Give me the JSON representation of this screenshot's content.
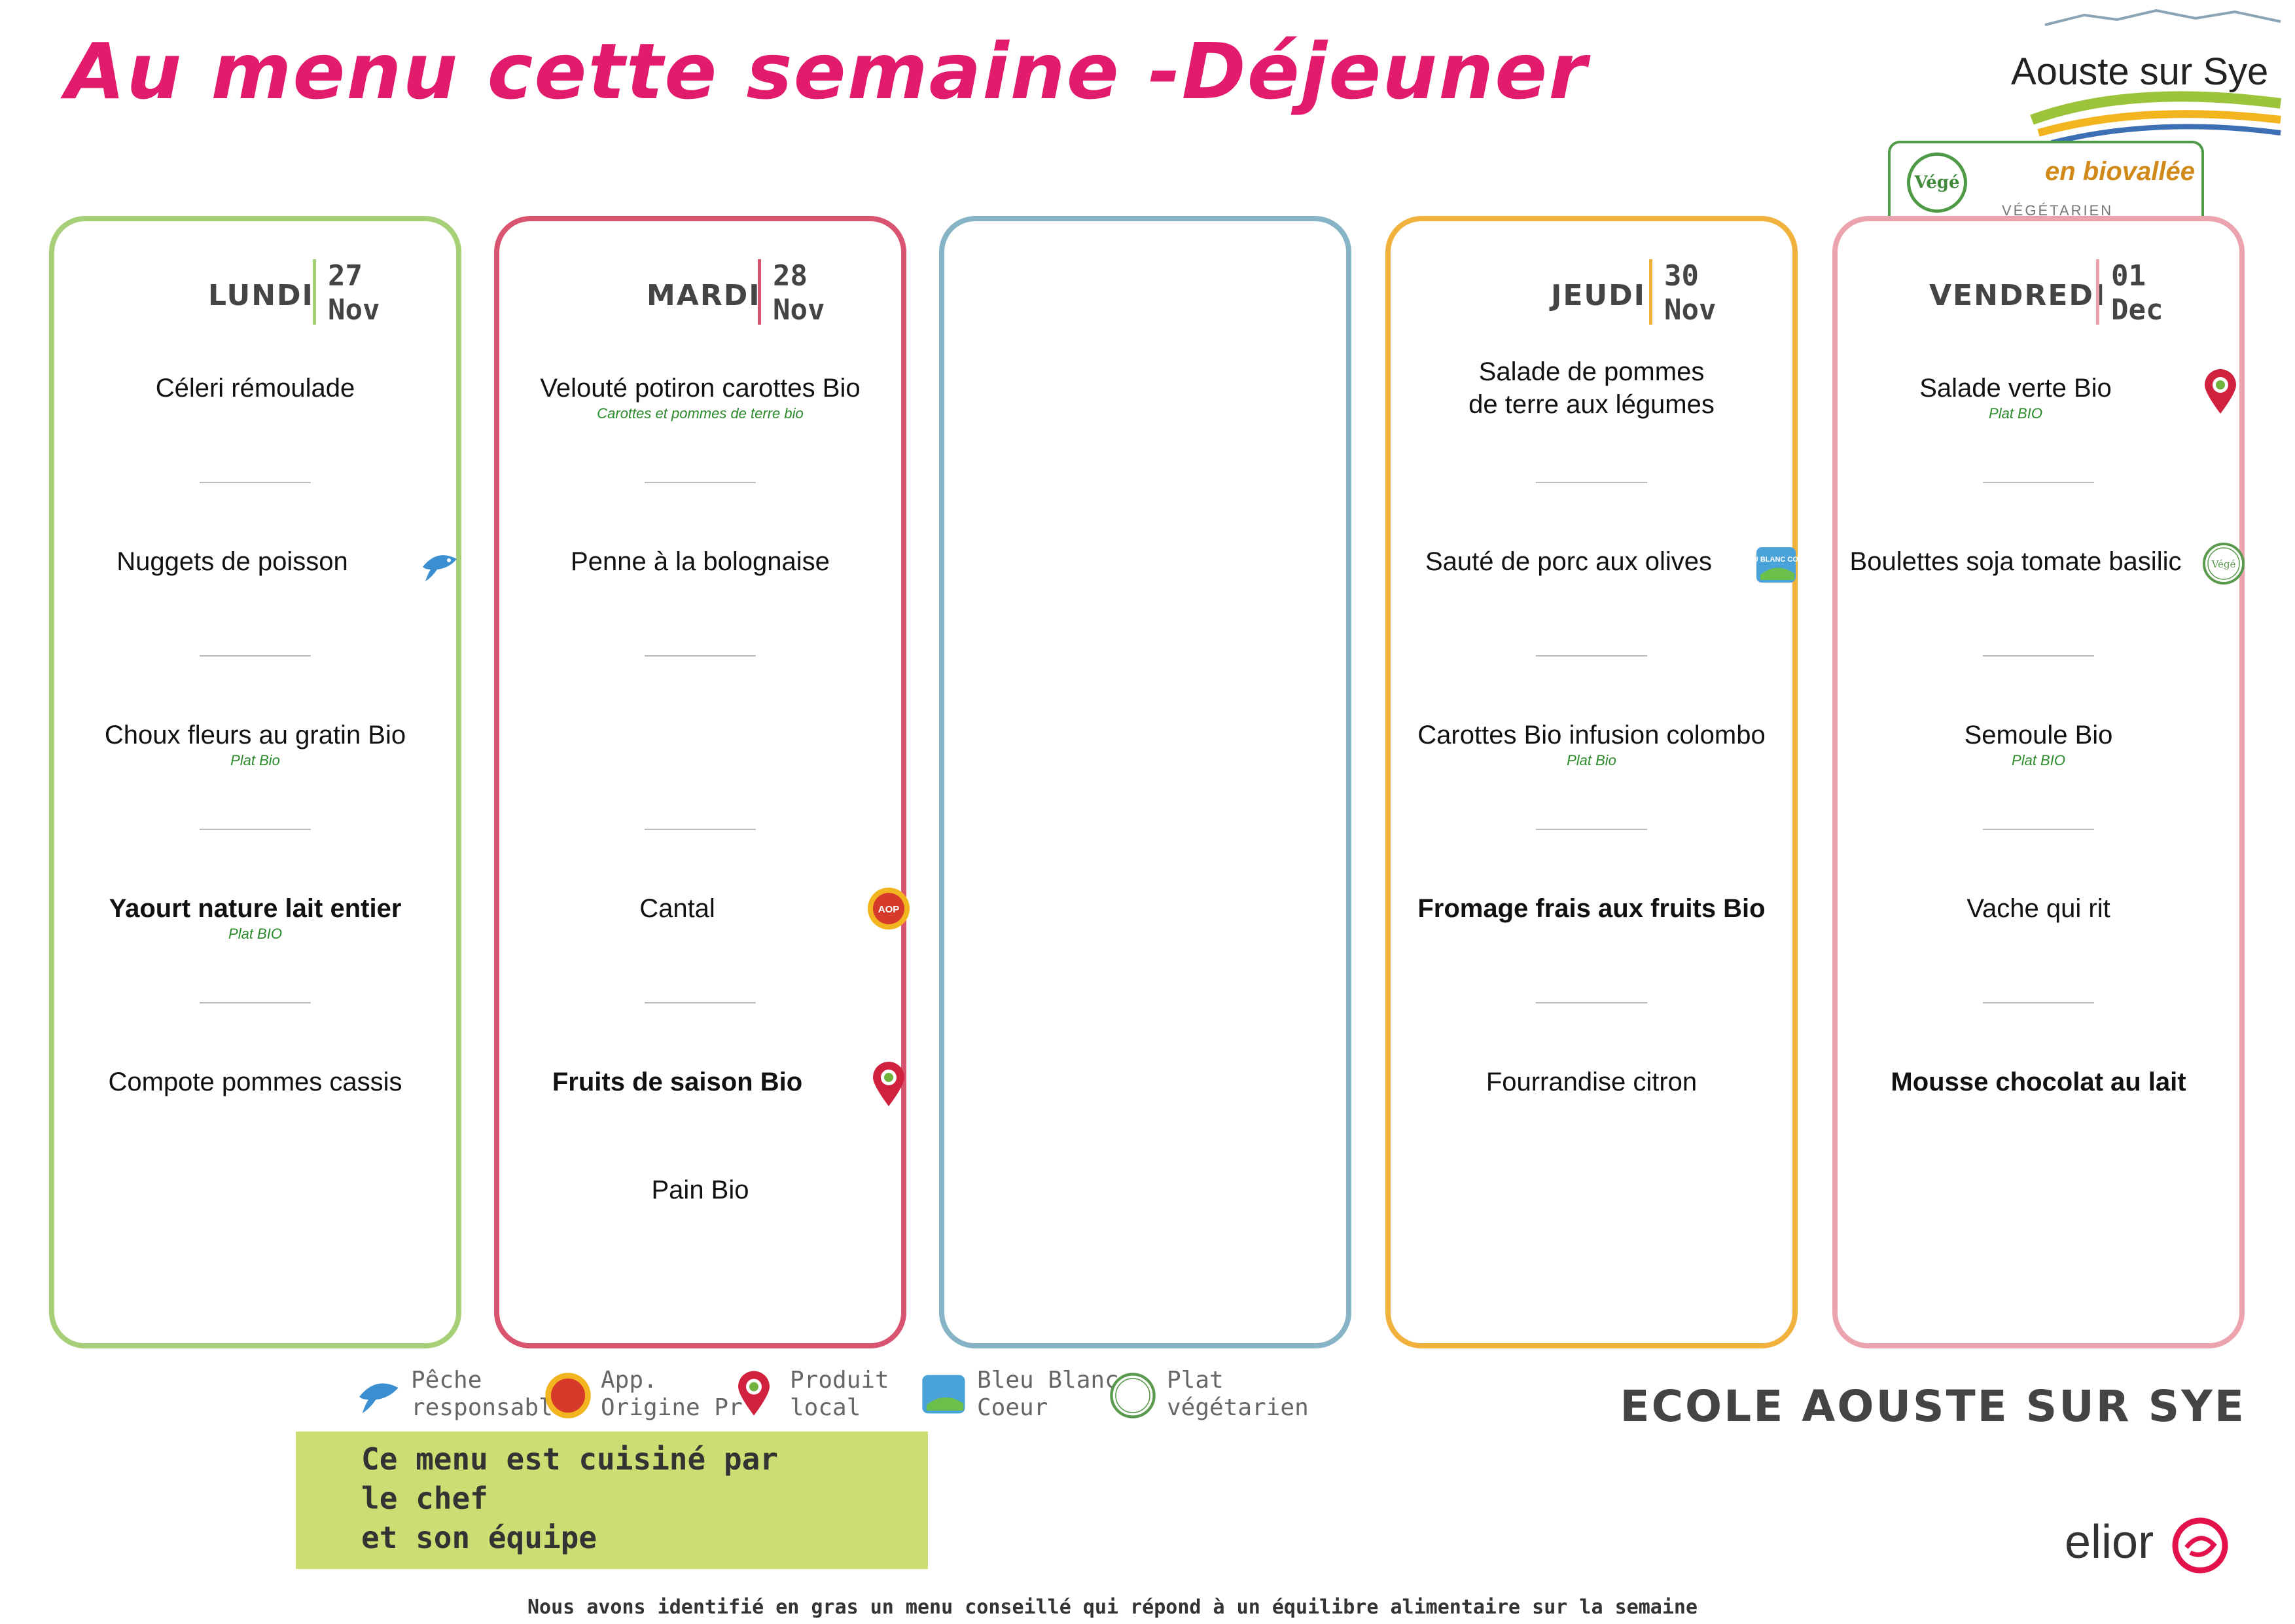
{
  "title": "Au menu cette semaine -Déjeuner",
  "logo": {
    "text": "Aouste sur Sye",
    "tagline": "en biovallée",
    "badge_text": "Végé",
    "badge_sub": "VÉGÉTARIEN"
  },
  "colors": {
    "title": "#e31b6d",
    "lundi": "#a7cf78",
    "mardi": "#d9546e",
    "mercredi": "#86b3c5",
    "jeudi": "#f0b23d",
    "vendredi": "#eba3ad",
    "note": "#2a8a2a",
    "chef_bg": "#cddd73"
  },
  "days": [
    {
      "name": "LUNDI",
      "day_num": "27",
      "month": "Nov",
      "dishes": [
        {
          "label": "Céleri rémoulade",
          "note": ""
        },
        {
          "label": "Nuggets de poisson",
          "note": "",
          "icon": "fish-icon"
        },
        {
          "label": "Choux fleurs au gratin Bio",
          "note": "Plat Bio"
        },
        {
          "label": "Yaourt nature lait entier",
          "note": "Plat BIO"
        },
        {
          "label": "Compote pommes cassis",
          "note": ""
        }
      ]
    },
    {
      "name": "MARDI",
      "day_num": "28",
      "month": "Nov",
      "dishes": [
        {
          "label": "Velouté potiron carottes Bio",
          "note": "Carottes et pommes de terre bio"
        },
        {
          "label": "Penne à la bolognaise",
          "note": ""
        },
        {
          "label": "Cantal",
          "note": "",
          "icon": "aop-seal-icon"
        },
        {
          "label": "Fruits de saison Bio",
          "note": "",
          "icon": "location-pin-icon"
        },
        {
          "label": "Pain Bio",
          "note": ""
        }
      ]
    },
    {
      "name": "",
      "day_num": "",
      "month": "",
      "dishes": []
    },
    {
      "name": "JEUDI",
      "day_num": "30",
      "month": "Nov",
      "dishes": [
        {
          "label_line1": "Salade de pommes",
          "label_line2": "de terre aux légumes",
          "note": ""
        },
        {
          "label": "Sauté de porc aux olives",
          "note": "",
          "icon": "bleu-blanc-coeur-icon"
        },
        {
          "label": "Carottes Bio infusion colombo",
          "note": "Plat Bio"
        },
        {
          "label": "Fromage frais aux fruits Bio",
          "note": ""
        },
        {
          "label": "Fourrandise citron",
          "note": ""
        }
      ]
    },
    {
      "name": "VENDREDI",
      "day_num": "01",
      "month": "Dec",
      "dishes": [
        {
          "label": "Salade verte Bio",
          "note": "Plat BIO",
          "icon": "location-pin-icon"
        },
        {
          "label": "Boulettes soja tomate basilic",
          "note": "",
          "icon": "vege-icon"
        },
        {
          "label": "Semoule Bio",
          "note": "Plat BIO"
        },
        {
          "label": "Vache qui rit",
          "note": ""
        },
        {
          "label": "Mousse chocolat au lait",
          "note": ""
        }
      ]
    }
  ],
  "legend": [
    {
      "icon": "fish-icon",
      "line1": "Pêche",
      "line2": "responsabl"
    },
    {
      "icon": "aop-seal-icon",
      "line1": "App.",
      "line2": "Origine Pr"
    },
    {
      "icon": "location-pin-icon",
      "line1": "Produit",
      "line2": "local"
    },
    {
      "icon": "bleu-blanc-coeur-icon",
      "line1": "Bleu Blanc",
      "line2": "Coeur"
    },
    {
      "icon": "vege-icon",
      "line1": "Plat",
      "line2": "végétarien"
    }
  ],
  "school": "ECOLE  AOUSTE SUR SYE",
  "chef": {
    "line1": "Ce menu est cuisiné par",
    "line2": "le chef",
    "line3": "et son équipe"
  },
  "brand": "elior",
  "footer": "Nous avons identifié en gras un menu conseillé qui répond à un équilibre alimentaire sur la semaine",
  "icon_labels": {
    "aop": "AOP",
    "bbc": "BLEU BLANC COEUR",
    "vege": "Végé"
  }
}
